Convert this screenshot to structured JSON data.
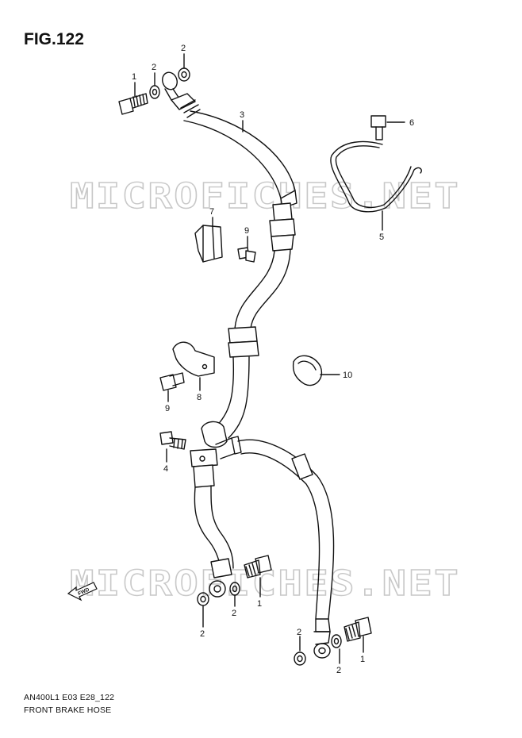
{
  "figure": {
    "title": "FIG.122",
    "code": "AN400L1 E03 E28_122",
    "name": "FRONT BRAKE HOSE"
  },
  "watermark": {
    "text": "MICROFICHES.NET"
  },
  "direction_badge": {
    "text": "FWD"
  },
  "callouts": [
    {
      "id": "c1a",
      "number": "1"
    },
    {
      "id": "c2a",
      "number": "2"
    },
    {
      "id": "c2b",
      "number": "2"
    },
    {
      "id": "c3",
      "number": "3"
    },
    {
      "id": "c6",
      "number": "6"
    },
    {
      "id": "c5",
      "number": "5"
    },
    {
      "id": "c7",
      "number": "7"
    },
    {
      "id": "c9a",
      "number": "9"
    },
    {
      "id": "c10",
      "number": "10"
    },
    {
      "id": "c8",
      "number": "8"
    },
    {
      "id": "c9b",
      "number": "9"
    },
    {
      "id": "c4",
      "number": "4"
    },
    {
      "id": "c1b",
      "number": "1"
    },
    {
      "id": "c2c",
      "number": "2"
    },
    {
      "id": "c2d",
      "number": "2"
    },
    {
      "id": "c2e",
      "number": "2"
    },
    {
      "id": "c2f",
      "number": "2"
    },
    {
      "id": "c1c",
      "number": "1"
    }
  ],
  "colors": {
    "line": "#111111",
    "watermark": "#c8c8c8"
  }
}
